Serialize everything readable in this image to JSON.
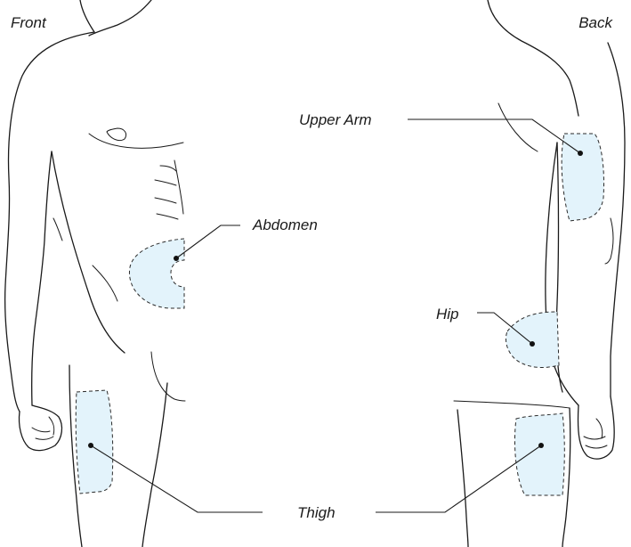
{
  "views": {
    "front": "Front",
    "back": "Back"
  },
  "sites": {
    "upper_arm": "Upper Arm",
    "abdomen": "Abdomen",
    "hip": "Hip",
    "thigh": "Thigh"
  },
  "colors": {
    "injection_site_fill": "#e3f3fb",
    "outline": "#1a1a1a"
  }
}
